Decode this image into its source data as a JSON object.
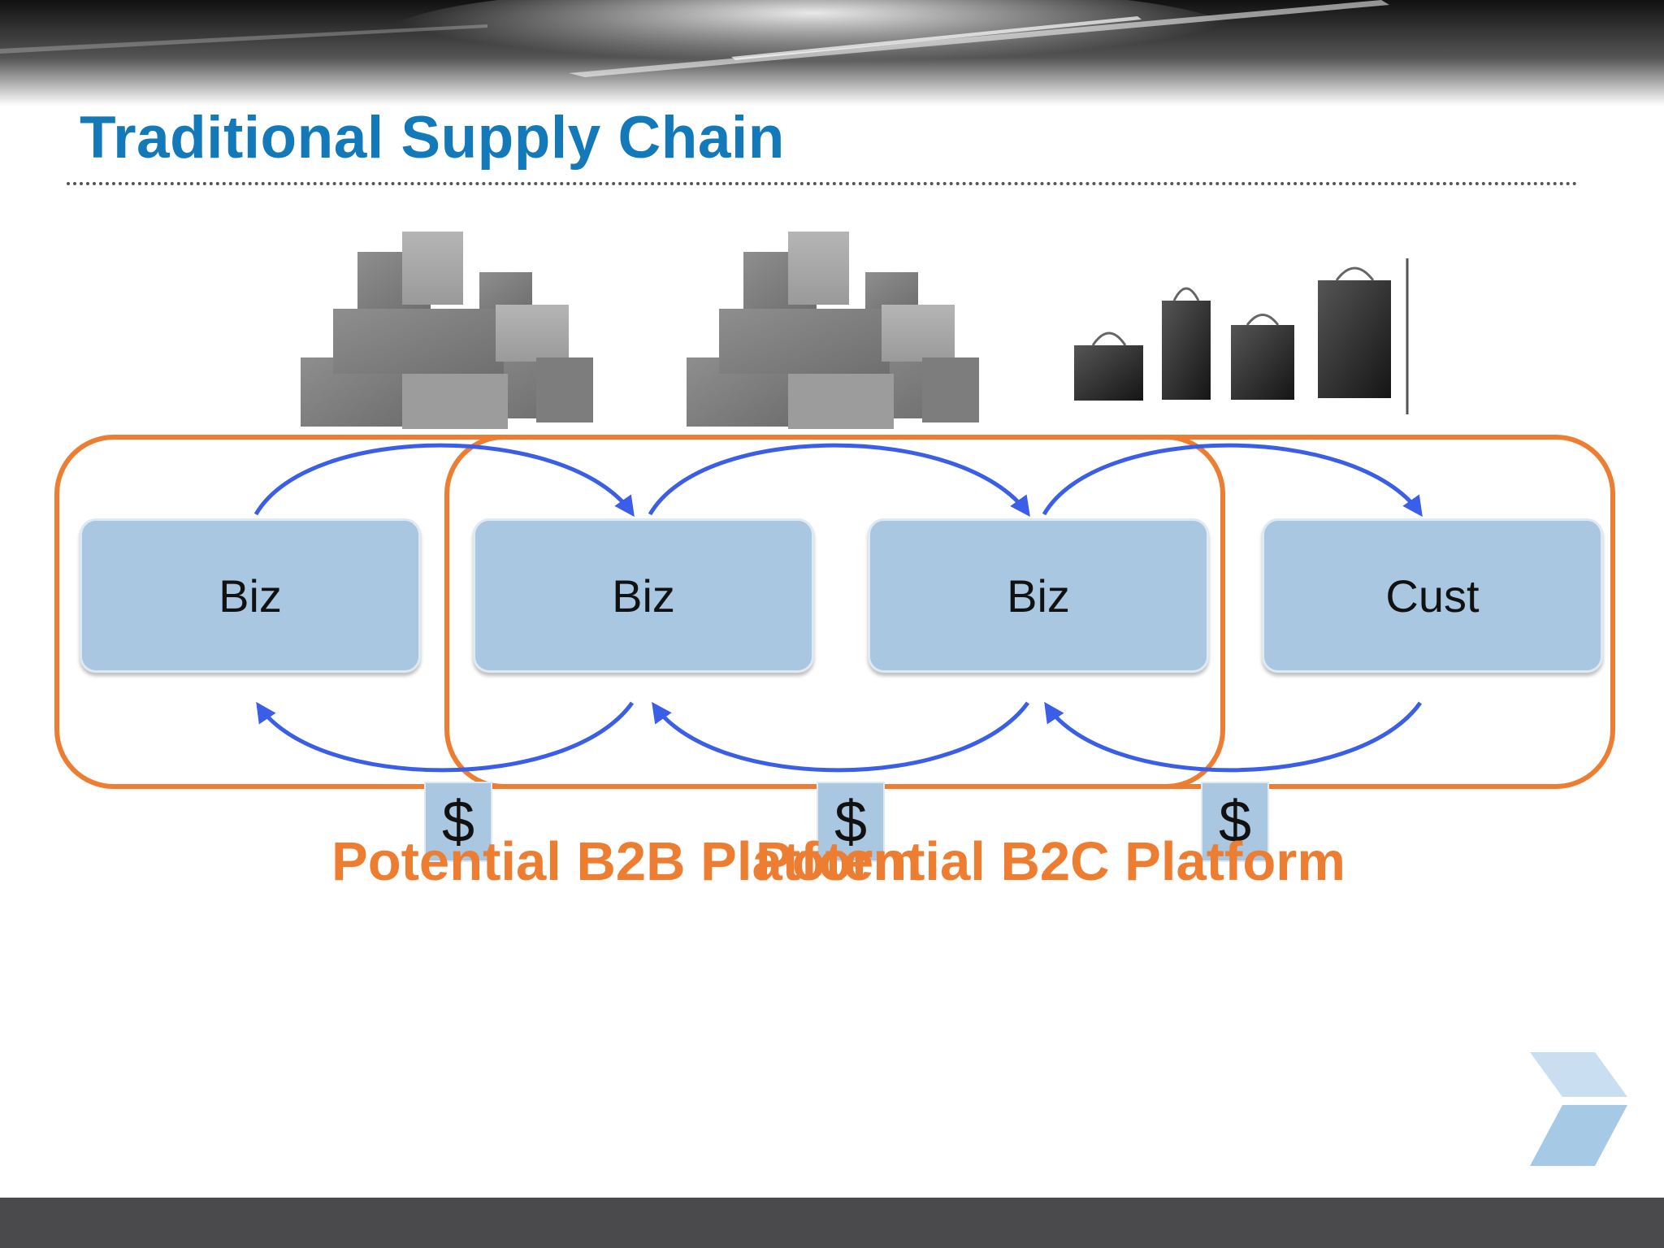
{
  "slide": {
    "title": "Traditional Supply Chain"
  },
  "nodes": [
    {
      "label": "Biz"
    },
    {
      "label": "Biz"
    },
    {
      "label": "Biz"
    },
    {
      "label": "Cust"
    }
  ],
  "payments": [
    {
      "label": "$"
    },
    {
      "label": "$"
    },
    {
      "label": "$"
    }
  ],
  "platforms": {
    "b2b": "Potential B2B Platform",
    "b2c": "Potential B2C Platform"
  },
  "colors": {
    "title": "#1479b8",
    "node_fill": "#a9c7e1",
    "arrow": "#3b5ee8",
    "platform": "#ed7d31",
    "footer": "#4a4a4c"
  },
  "icons": [
    "boxes-image",
    "boxes-image",
    "shopping-bags-image",
    "chevron-logo"
  ]
}
